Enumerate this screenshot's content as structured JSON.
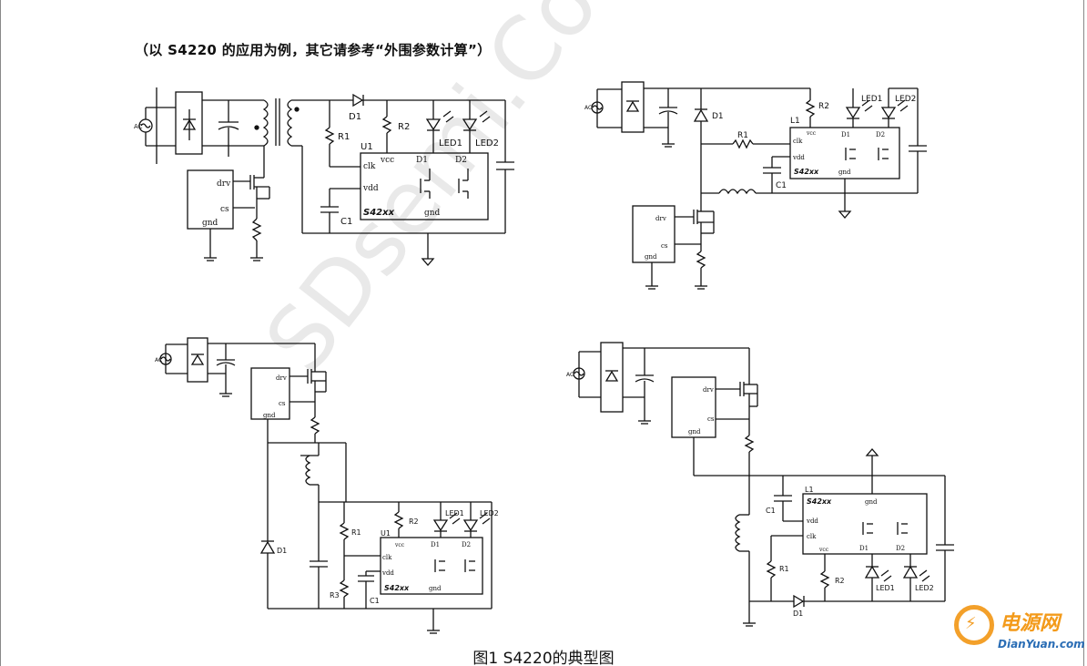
{
  "header_note": "（以 S4220 的应用为例，其它请参考“外围参数计算”）",
  "caption": "图1 S4220的典型图",
  "watermark": "SDsemi.Com",
  "logo": {
    "cn": "电源网",
    "en": "DianYuan.com",
    "icon": "plug-icon"
  },
  "circuits": [
    {
      "labels": {
        "ac": "AC",
        "d1": "D1",
        "r1": "R1",
        "r2": "R2",
        "u1": "U1",
        "c1": "C1",
        "led1": "LED1",
        "led2": "LED2",
        "drv": "drv",
        "cs": "cs",
        "gnd": "gnd",
        "clk": "clk",
        "vcc": "vcc",
        "vdd": "vdd",
        "di1": "D1",
        "di2": "D2",
        "chip": "S42xx",
        "cgnd": "gnd"
      }
    },
    {
      "labels": {
        "ac": "AC",
        "d1": "D1",
        "r1": "R1",
        "r2": "R2",
        "l1": "L1",
        "c1": "C1",
        "led1": "LED1",
        "led2": "LED2",
        "drv": "drv",
        "cs": "cs",
        "gnd": "gnd",
        "clk": "clk",
        "vcc": "vcc",
        "vdd": "vdd",
        "di1": "D1",
        "di2": "D2",
        "chip": "S42xx",
        "cgnd": "gnd"
      }
    },
    {
      "labels": {
        "ac": "AC",
        "d1": "D1",
        "r1": "R1",
        "r2": "R2",
        "r3": "R3",
        "u1": "U1",
        "c1": "C1",
        "led1": "LED1",
        "led2": "LED2",
        "drv": "drv",
        "cs": "cs",
        "gnd": "gnd",
        "clk": "clk",
        "vcc": "vcc",
        "vdd": "vdd",
        "di1": "D1",
        "di2": "D2",
        "chip": "S42xx",
        "cgnd": "gnd"
      }
    },
    {
      "labels": {
        "ac": "AC",
        "d1": "D1",
        "r1": "R1",
        "r2": "R2",
        "l1": "L1",
        "c1": "C1",
        "led1": "LED1",
        "led2": "LED2",
        "drv": "drv",
        "cs": "cs",
        "gnd": "gnd",
        "clk": "clk",
        "vcc": "vcc",
        "vdd": "vdd",
        "di1": "D1",
        "di2": "D2",
        "chip": "S42xx",
        "cgnd": "gnd"
      }
    }
  ]
}
